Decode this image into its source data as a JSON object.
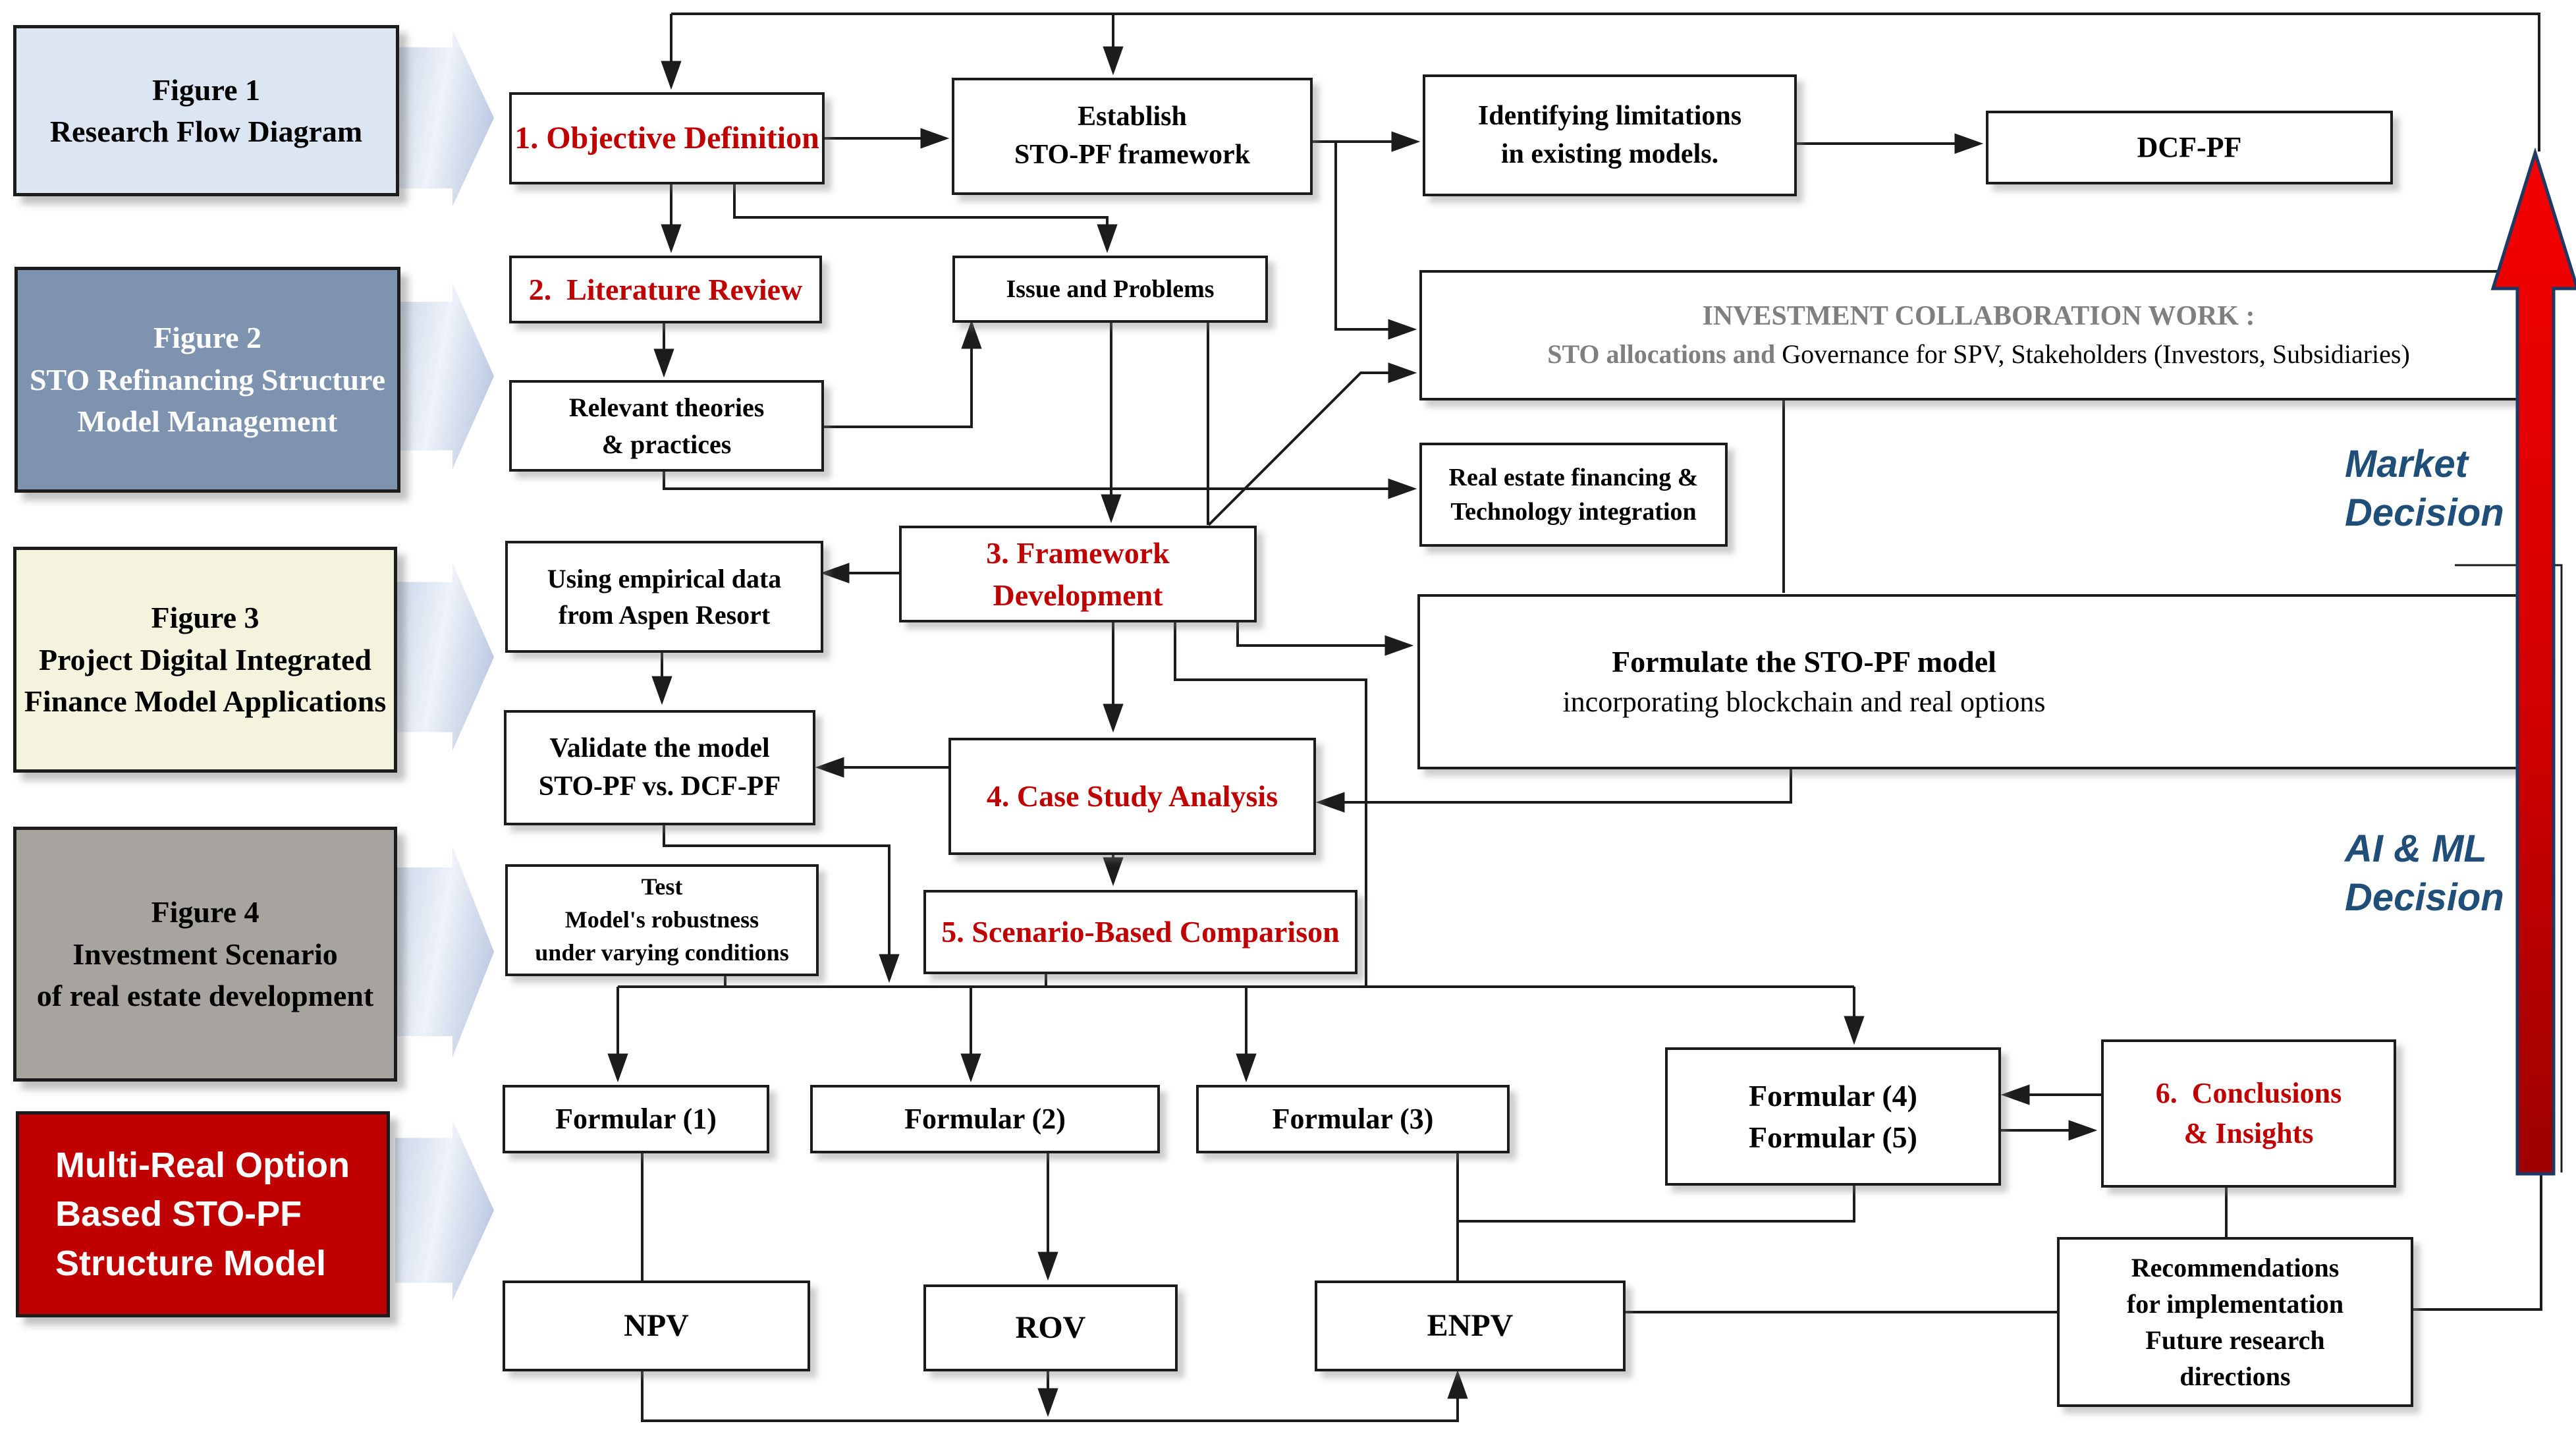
{
  "figures": {
    "fig1": {
      "line1": "Figure 1",
      "line2": "Research Flow Diagram"
    },
    "fig2": {
      "line1": "Figure 2",
      "line2": "STO Refinancing Structure",
      "line3": "Model Management"
    },
    "fig3": {
      "line1": "Figure 3",
      "line2": "Project Digital Integrated",
      "line3": "Finance Model Applications"
    },
    "fig4": {
      "line1": "Figure 4",
      "line2": "Investment Scenario",
      "line3": "of real estate development"
    },
    "fig5": {
      "line1": "Multi-Real Option",
      "line2": "Based STO-PF",
      "line3": "Structure Model"
    }
  },
  "steps": {
    "objective": "1. Objective Definition",
    "literature": "2.  Literature Review",
    "framework": "3. Framework Development",
    "case_study": "4. Case Study Analysis",
    "scenario": "5. Scenario-Based Comparison",
    "conclusions_line1": "6.  Conclusions",
    "conclusions_line2": "& Insights"
  },
  "boxes": {
    "establish": {
      "line1": "Establish",
      "line2": "STO-PF framework"
    },
    "identifying": {
      "line1": "Identifying limitations",
      "line2": "in existing models."
    },
    "dcfpf": "DCF-PF",
    "issue": "Issue and Problems",
    "relevant": {
      "line1": "Relevant theories",
      "line2": "& practices"
    },
    "invest_collab": {
      "line1": "INVESTMENT COLLABORATION WORK :",
      "line2_gray": "STO allocations and ",
      "line2_black": "Governance for SPV, Stakeholders (Investors, Subsidiaries)"
    },
    "real_estate": {
      "line1": "Real estate financing &",
      "line2": "Technology integration"
    },
    "using_empirical": {
      "line1": "Using empirical data",
      "line2": "from Aspen Resort"
    },
    "formulate": {
      "line1": "Formulate the STO-PF model",
      "line2": "incorporating blockchain and real options"
    },
    "validate": {
      "line1": "Validate the model",
      "line2": "STO-PF vs. DCF-PF"
    },
    "test": {
      "line1": "Test",
      "line2": "Model's robustness",
      "line3": "under varying conditions"
    },
    "formular1": "Formular (1)",
    "formular2": "Formular (2)",
    "formular3": "Formular (3)",
    "formular45": {
      "line1": "Formular (4)",
      "line2": "Formular (5)"
    },
    "npv": "NPV",
    "rov": "ROV",
    "enpv": "ENPV",
    "recommendations": {
      "line1": "Recommendations",
      "line2": "for implementation",
      "line3": "Future research",
      "line4": "directions"
    }
  },
  "labels": {
    "market": {
      "line1": "Market",
      "line2": "Decision"
    },
    "aiml": {
      "line1": "AI & ML",
      "line2": "Decision"
    }
  },
  "colors": {
    "step_text_red": "#C00000",
    "decision_label_blue": "#1F4E79",
    "fig1_bg": "#DCE6F2",
    "fig2_bg": "#7D93AF",
    "fig3_bg": "#F3F3DE",
    "fig4_bg": "#A7A39E",
    "fig5_bg": "#C00000",
    "big_arrow_red": "#D90000",
    "big_arrow_outline": "#1F3864",
    "connector_black": "#1C1C1C",
    "chevron_blue": "#C3D0E6",
    "collab_gray_text": "#7F7F7F"
  }
}
